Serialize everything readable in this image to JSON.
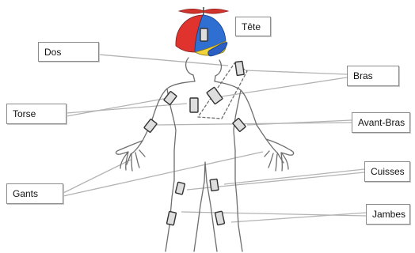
{
  "figure": {
    "labels": {
      "tete": "Tête",
      "dos": "Dos",
      "bras": "Bras",
      "torse": "Torse",
      "avant_bras": "Avant-Bras",
      "gants": "Gants",
      "cuisses": "Cuisses",
      "jambes": "Jambes"
    }
  },
  "colors": {
    "outline": "#6e6e6e",
    "leader_line": "#b3b3b3",
    "sensor_fill": "#dedede",
    "sensor_stroke": "#333333",
    "cap_red": "#e0332e",
    "cap_blue": "#2f6fd2",
    "cap_yellow": "#f2d43a",
    "cap_visor": "#2b5fc4",
    "propeller": "#d2332b"
  }
}
